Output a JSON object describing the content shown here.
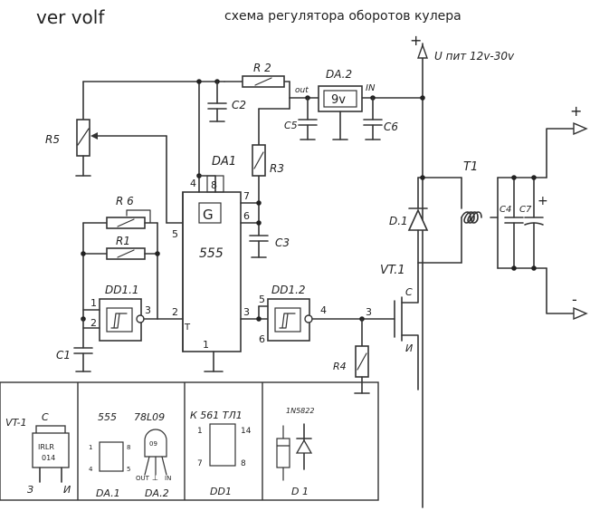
{
  "header": {
    "author": "ver volf",
    "title": "схема регулятора оборотов кулера"
  },
  "supply": {
    "plus": "+",
    "label": "U пит 12v-30v"
  },
  "components": {
    "r2": "R 2",
    "da2": "DA.2",
    "da2_value": "9v",
    "da2_out": "out",
    "da2_in": "IN",
    "c2": "C2",
    "c5": "C5",
    "c6": "C6",
    "r5": "R5",
    "r3": "R3",
    "c3": "C3",
    "da1": "DA1",
    "da1_g": "G",
    "da1_555": "555",
    "da1_t": "T",
    "r6": "R 6",
    "r1": "R1",
    "dd11": "DD1.1",
    "dd12": "DD1.2",
    "c1": "C1",
    "r4": "R4",
    "vt1": "VT.1",
    "vt1_c": "C",
    "vt1_i": "И",
    "d1": "D.1",
    "t1": "T1",
    "c4": "C4",
    "c7": "C7",
    "out_plus": "+",
    "out_minus": "-",
    "c7_plus": "+"
  },
  "pins": {
    "p4": "4",
    "p8": "8",
    "p7": "7",
    "p6": "6",
    "p5": "5",
    "p2": "2",
    "p3": "3",
    "p1": "1",
    "dd11_1": "1",
    "dd11_2": "2",
    "dd11_3": "3",
    "dd12_5": "5",
    "dd12_6": "6",
    "dd12_4": "4",
    "vt_3": "3"
  },
  "pinouts": {
    "vt1_title": "VT-1",
    "vt1_c": "C",
    "vt1_marking_1": "IRLR",
    "vt1_marking_2": "014",
    "vt1_z": "З",
    "vt1_i": "И",
    "ic555_title": "555",
    "ic555_pin1": "1",
    "ic555_pin4": "4",
    "ic555_pin5": "5",
    "ic555_pin8": "8",
    "ic555_label": "DA.1",
    "reg_title": "78L09",
    "reg_marking": "09",
    "reg_out": "OUT",
    "reg_gnd": "⊥",
    "reg_in": "IN",
    "reg_label": "DA.2",
    "dd1_title": "К 561 ТЛ1",
    "dd1_pin1": "1",
    "dd1_pin14": "14",
    "dd1_pin7": "7",
    "dd1_pin8": "8",
    "dd1_label": "DD1",
    "d1_title": "1N5822",
    "d1_label": "D 1"
  }
}
